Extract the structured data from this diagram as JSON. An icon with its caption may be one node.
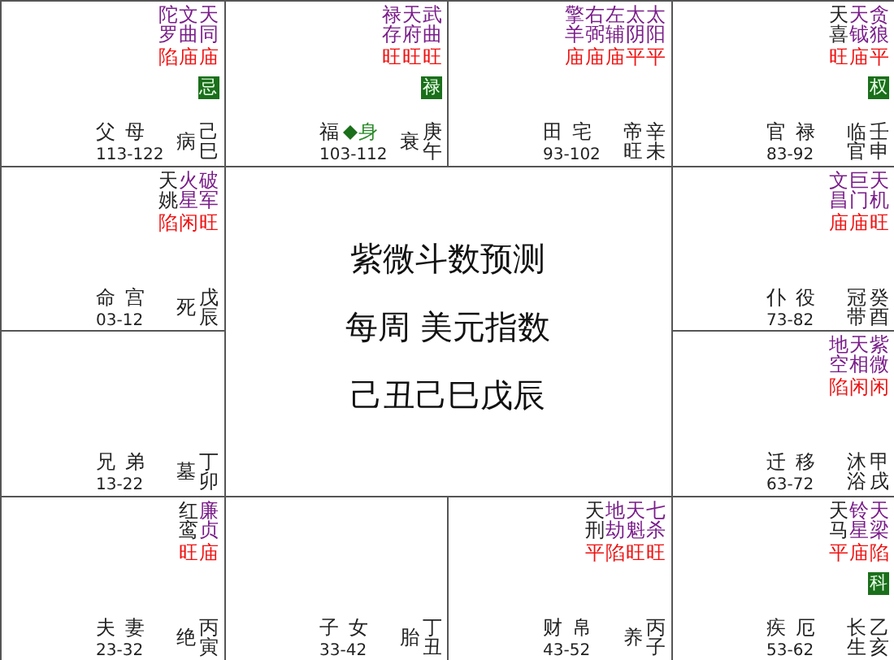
{
  "diagram": {
    "nodes": [
      {
        "text": [
          "陀罗",
          "文曲",
          "天同",
          "陷",
          "庙",
          "庙",
          "父母",
          "113-122",
          "病",
          "己巳"
        ]
      },
      {
        "text": [
          "禄存",
          "天府",
          "武曲",
          "旺",
          "旺",
          "旺",
          "福",
          "身",
          "103-112",
          "衰",
          "庚午"
        ]
      },
      {
        "text": [
          "擎羊",
          "右弼",
          "左辅",
          "太阴",
          "太阳",
          "庙",
          "庙",
          "庙",
          "平",
          "平",
          "田宅",
          "93-102",
          "帝旺",
          "辛未"
        ]
      },
      {
        "text": [
          "天喜",
          "天钺",
          "贪狼",
          "旺",
          "庙",
          "平",
          "官禄",
          "83-92",
          "临官",
          "壬申"
        ]
      },
      {
        "text": [
          "天姚",
          "火星",
          "破军",
          "陷",
          "闲",
          "旺",
          "命宫",
          "03-12",
          "死",
          "戊辰"
        ]
      },
      {
        "text": [
          "紫微斗数预测",
          "每周 美元指数",
          "己丑己巳戊辰"
        ]
      },
      {
        "text": [
          "文昌",
          "巨门",
          "天机",
          "庙",
          "庙",
          "旺",
          "仆役",
          "73-82",
          "冠带",
          "癸酉"
        ]
      },
      {
        "text": [
          "兄弟",
          "13-22",
          "墓",
          "丁卯"
        ]
      },
      {
        "text": [
          "地空",
          "天相",
          "紫微",
          "陷",
          "闲",
          "闲",
          "迁移",
          "63-72",
          "沐浴",
          "甲戌"
        ]
      },
      {
        "text": [
          "红鸾",
          "廉贞",
          "旺",
          "庙",
          "夫妻",
          "23-32",
          "绝",
          "丙寅"
        ]
      },
      {
        "text": [
          "子女",
          "33-42",
          "胎",
          "丁丑"
        ]
      },
      {
        "text": [
          "天刑",
          "地劫",
          "天魁",
          "七杀",
          "平",
          "陷",
          "旺",
          "旺",
          "财帛",
          "43-52",
          "养",
          "丙子"
        ]
      },
      {
        "text": [
          "天马",
          "铃星",
          "天梁",
          "平",
          "庙",
          "陷",
          "疾厄",
          "53-62",
          "长生",
          "乙亥"
        ]
      },
      {
        "text": [
          "忌"
        ],
        "in": 0
      },
      {
        "text": [
          "禄"
        ],
        "in": 1
      },
      {
        "text": [
          "权"
        ],
        "in": 3
      },
      {
        "text": [
          "科"
        ],
        "in": 12
      }
    ]
  }
}
